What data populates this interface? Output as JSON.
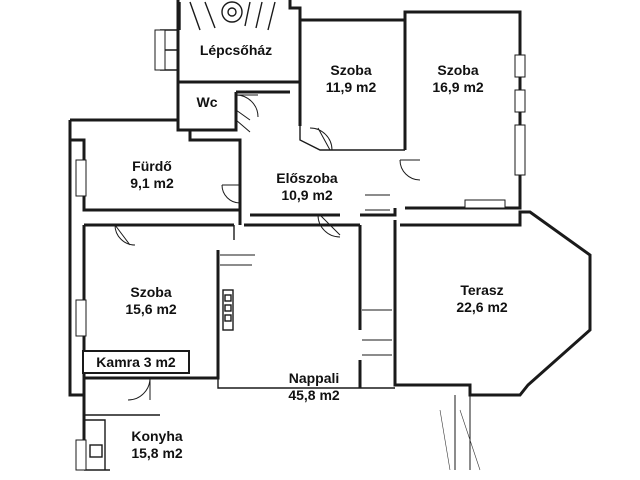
{
  "rooms": {
    "lepcsohaz": {
      "name": "Lépcsőház",
      "area": ""
    },
    "wc": {
      "name": "Wc",
      "area": ""
    },
    "szoba1": {
      "name": "Szoba",
      "area": "11,9 m2"
    },
    "szoba2": {
      "name": "Szoba",
      "area": "16,9 m2"
    },
    "furdo": {
      "name": "Fürdő",
      "area": "9,1 m2"
    },
    "eloszoba": {
      "name": "Előszoba",
      "area": "10,9 m2"
    },
    "szoba3": {
      "name": "Szoba",
      "area": "15,6 m2"
    },
    "terasz": {
      "name": "Terasz",
      "area": "22,6 m2"
    },
    "kamra": {
      "name": "Kamra 3 m2",
      "area": ""
    },
    "nappali": {
      "name": "Nappali",
      "area": "45,8 m2"
    },
    "konyha": {
      "name": "Konyha",
      "area": "15,8 m2"
    }
  },
  "colors": {
    "wall": "#1a1a1a",
    "background": "#ffffff"
  }
}
